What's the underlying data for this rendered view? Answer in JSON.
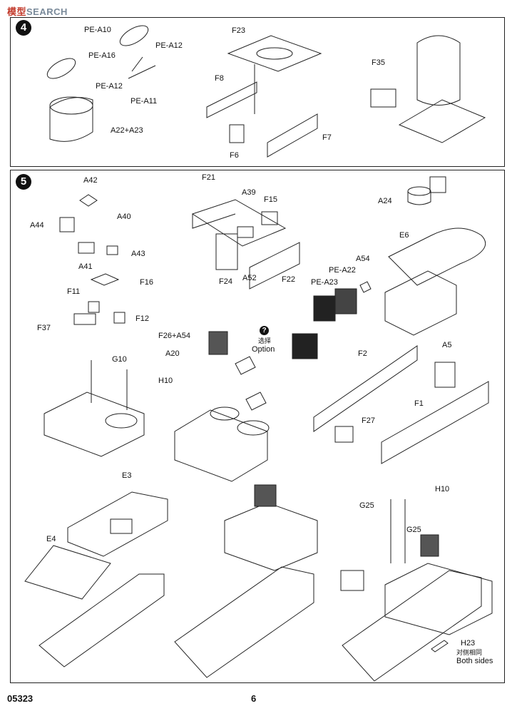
{
  "watermark": {
    "prefix": "模型",
    "suffix": "SEARCH"
  },
  "step4": {
    "number": "4",
    "labels": [
      "PE-A10",
      "PE-A12",
      "PE-A16",
      "PE-A12",
      "PE-A11",
      "A22+A23",
      "F23",
      "F8",
      "F6",
      "F7",
      "F35"
    ]
  },
  "step5": {
    "number": "5",
    "labels": [
      "A42",
      "A44",
      "A40",
      "A43",
      "A41",
      "F16",
      "F11",
      "F12",
      "F37",
      "F21",
      "A39",
      "F15",
      "F24",
      "A52",
      "F22",
      "A24",
      "E6",
      "A54",
      "PE-A22",
      "PE-A23",
      "F26+A54",
      "A20",
      "H10",
      "G10",
      "F2",
      "A5",
      "F27",
      "F1",
      "E3",
      "E4",
      "H10",
      "G25",
      "G25",
      "H23"
    ],
    "option_zh": "选择",
    "option_en": "Option",
    "option_icon": "?",
    "both_sides_zh": "对侧相同",
    "both_sides_en": "Both sides"
  },
  "footer": {
    "code": "05323",
    "page": "6"
  }
}
